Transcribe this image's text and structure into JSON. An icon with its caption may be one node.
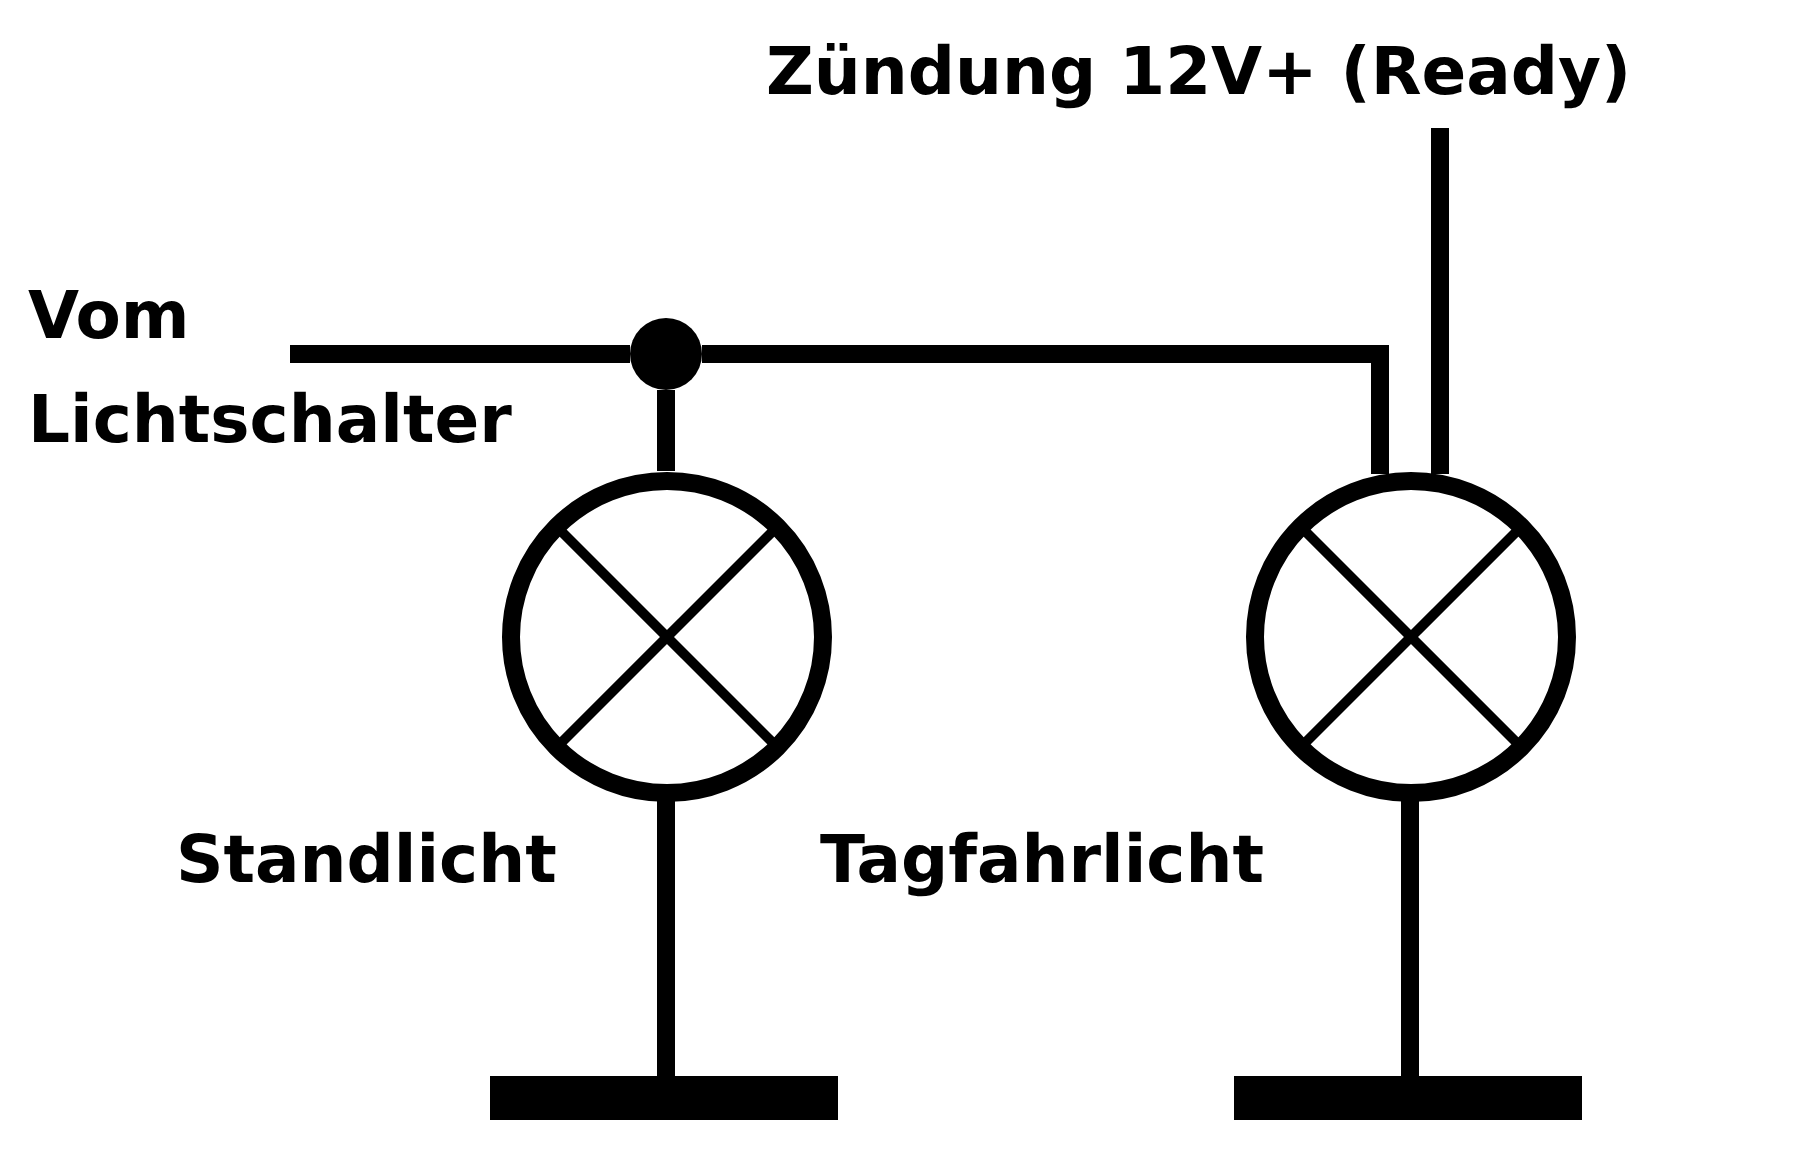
{
  "diagram": {
    "nodes": [
      {
        "text": [
          "Zündung 12V+ (Ready)"
        ]
      },
      {
        "text": [
          "Vom Lichtschalter"
        ]
      },
      {
        "text": [],
        "shape": "circle"
      },
      {
        "text": [],
        "shape": "circle",
        "beside": [
          "Standlicht"
        ]
      },
      {
        "text": [],
        "shape": "circle",
        "beside": [
          "Tagfahrlicht"
        ]
      },
      {
        "text": [],
        "shape": "bar"
      },
      {
        "text": [],
        "shape": "bar"
      }
    ],
    "edges": [
      {
        "from": 1,
        "to": 2,
        "arrow": "none"
      },
      {
        "from": 2,
        "to": 3,
        "arrow": "none"
      },
      {
        "from": 2,
        "to": 4,
        "arrow": "none"
      },
      {
        "from": 0,
        "to": 4,
        "arrow": "none"
      },
      {
        "from": 3,
        "to": 5,
        "arrow": "none"
      },
      {
        "from": 4,
        "to": 6,
        "arrow": "none"
      }
    ]
  }
}
